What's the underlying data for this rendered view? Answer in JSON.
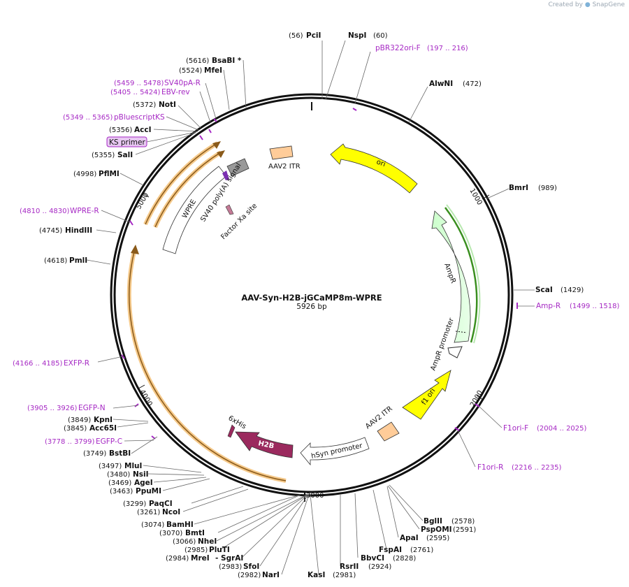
{
  "credit": {
    "prefix": "Created by",
    "brand": "SnapGene"
  },
  "plasmid": {
    "name": "AAV-Syn-H2B-jGCaMP8m-WPRE",
    "size": "5926 bp"
  },
  "ticks": [
    "1000",
    "2000",
    "3000",
    "4000",
    "5000"
  ],
  "colors": {
    "primer": "#a629c4",
    "ori": "#ffff00",
    "ampR": "#ccffcc",
    "itr": "#ffcc99",
    "h2b": "#9b2a5e",
    "gcamp": "#f5c98a"
  },
  "enzymes": [
    {
      "name": "PciI",
      "pos": "(56)"
    },
    {
      "name": "NspI",
      "pos": "(60)"
    },
    {
      "name": "AlwNI",
      "pos": "(472)"
    },
    {
      "name": "BmrI",
      "pos": "(989)"
    },
    {
      "name": "ScaI",
      "pos": "(1429)"
    },
    {
      "name": "BglII",
      "pos": "(2578)"
    },
    {
      "name": "PspOMI",
      "pos": "(2591)"
    },
    {
      "name": "ApaI",
      "pos": "(2595)"
    },
    {
      "name": "FspAI",
      "pos": "(2761)"
    },
    {
      "name": "BbvCI",
      "pos": "(2828)"
    },
    {
      "name": "RsrII",
      "pos": "(2924)"
    },
    {
      "name": "KasI",
      "pos": "(2981)"
    },
    {
      "name": "NarI",
      "pos": "(2982)"
    },
    {
      "name": "SfoI",
      "pos": "(2983)"
    },
    {
      "name": "SgrAI",
      "pos": "- SgrAI"
    },
    {
      "name": "MreI",
      "pos": "(2984)"
    },
    {
      "name": "PluTI",
      "pos": "(2985)"
    },
    {
      "name": "NheI",
      "pos": "(3066)"
    },
    {
      "name": "BmtI",
      "pos": "(3070)"
    },
    {
      "name": "BamHI",
      "pos": "(3074)"
    },
    {
      "name": "NcoI",
      "pos": "(3261)"
    },
    {
      "name": "PaqCI",
      "pos": "(3299)"
    },
    {
      "name": "PpuMI",
      "pos": "(3463)"
    },
    {
      "name": "AgeI",
      "pos": "(3469)"
    },
    {
      "name": "NsiI",
      "pos": "(3480)"
    },
    {
      "name": "MluI",
      "pos": "(3497)"
    },
    {
      "name": "BstBI",
      "pos": "(3749)"
    },
    {
      "name": "Acc65I",
      "pos": "(3845)"
    },
    {
      "name": "KpnI",
      "pos": "(3849)"
    },
    {
      "name": "PmlI",
      "pos": "(4618)"
    },
    {
      "name": "HindIII",
      "pos": "(4745)"
    },
    {
      "name": "PflMI",
      "pos": "(4998)"
    },
    {
      "name": "SalI",
      "pos": "(5355)"
    },
    {
      "name": "AccI",
      "pos": "(5356)"
    },
    {
      "name": "NotI",
      "pos": "(5372)"
    },
    {
      "name": "MfeI",
      "pos": "(5524)"
    },
    {
      "name": "BsaBI *",
      "pos": "(5616)"
    }
  ],
  "primers": [
    {
      "name": "pBR322ori-F",
      "pos": "(197 .. 216)"
    },
    {
      "name": "Amp-R",
      "pos": "(1499 .. 1518)"
    },
    {
      "name": "F1ori-F",
      "pos": "(2004 .. 2025)"
    },
    {
      "name": "F1ori-R",
      "pos": "(2216 .. 2235)"
    },
    {
      "name": "EGFP-C",
      "pos": "(3778 .. 3799)"
    },
    {
      "name": "EGFP-N",
      "pos": "(3905 .. 3926)"
    },
    {
      "name": "EXFP-R",
      "pos": "(4166 .. 4185)"
    },
    {
      "name": "WPRE-R",
      "pos": "(4810 .. 4830)"
    },
    {
      "name": "pBluescriptKS",
      "pos": "(5349 .. 5365)"
    },
    {
      "name": "EBV-rev",
      "pos": "(5405 .. 5424)"
    },
    {
      "name": "SV40pA-R",
      "pos": "(5459 .. 5478)"
    },
    {
      "name": "KS primer",
      "pos": ""
    }
  ],
  "features": {
    "ori": "ori",
    "ampR": "AmpR",
    "ampPromoter": "AmpR promoter",
    "f1ori": "f1 ori",
    "itrLeft": "AAV2 ITR",
    "itrRight": "AAV2 ITR",
    "hsyn": "hSyn promoter",
    "h2b": "H2B",
    "his": "6xHis",
    "wpre": "WPRE",
    "sv40": "SV40 poly(A) signal",
    "factorXa": "Factor Xa site"
  }
}
